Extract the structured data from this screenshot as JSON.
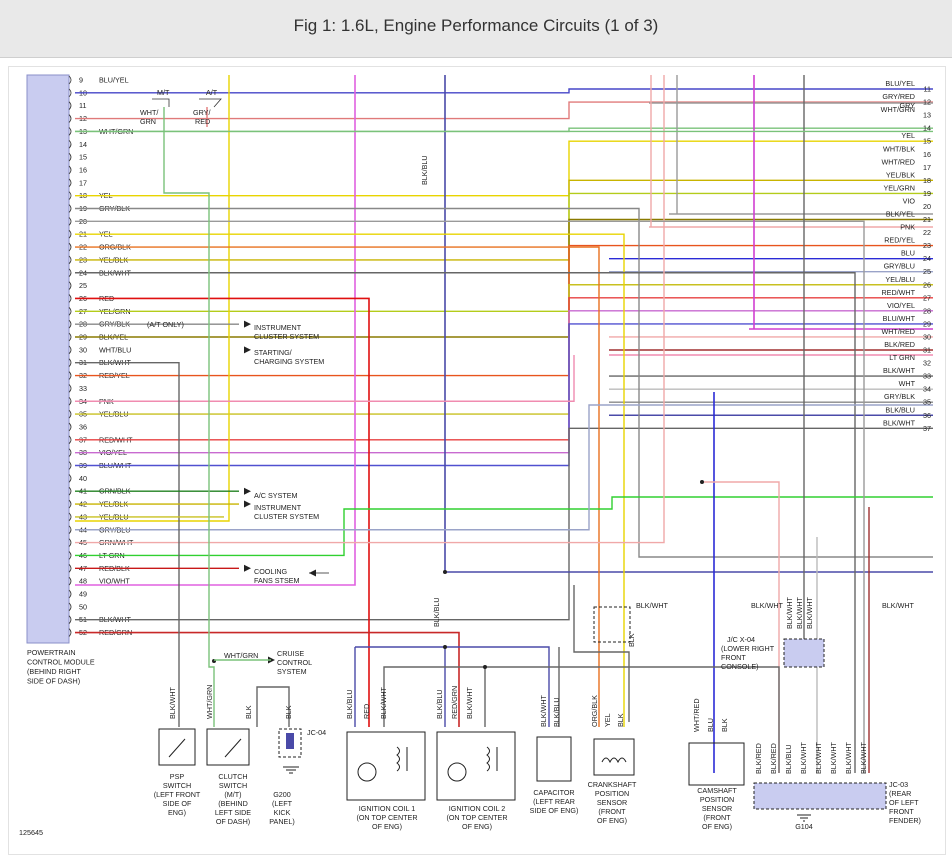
{
  "header": {
    "title": "Fig 1: 1.6L, Engine Performance Circuits (1 of 3)"
  },
  "pcm": {
    "label": [
      "POWERTRAIN",
      "CONTROL MODULE",
      "(BEHIND RIGHT",
      "SIDE OF DASH)"
    ],
    "pins": [
      {
        "n": "9",
        "w": "BLU/YEL"
      },
      {
        "n": "10",
        "w": ""
      },
      {
        "n": "11",
        "w": ""
      },
      {
        "n": "12",
        "w": ""
      },
      {
        "n": "13",
        "w": "WHT/GRN"
      },
      {
        "n": "14",
        "w": ""
      },
      {
        "n": "15",
        "w": ""
      },
      {
        "n": "16",
        "w": ""
      },
      {
        "n": "17",
        "w": ""
      },
      {
        "n": "18",
        "w": "YEL"
      },
      {
        "n": "19",
        "w": "GRY/BLK"
      },
      {
        "n": "20",
        "w": ""
      },
      {
        "n": "21",
        "w": "YEL"
      },
      {
        "n": "22",
        "w": "ORG/BLK"
      },
      {
        "n": "23",
        "w": "YEL/BLK"
      },
      {
        "n": "24",
        "w": "BLK/WHT"
      },
      {
        "n": "25",
        "w": ""
      },
      {
        "n": "26",
        "w": "RED"
      },
      {
        "n": "27",
        "w": "YEL/GRN"
      },
      {
        "n": "28",
        "w": "GRY/BLK"
      },
      {
        "n": "29",
        "w": "BLK/YEL"
      },
      {
        "n": "30",
        "w": "WHT/BLU"
      },
      {
        "n": "31",
        "w": "BLK/WHT"
      },
      {
        "n": "32",
        "w": "RED/YEL"
      },
      {
        "n": "33",
        "w": ""
      },
      {
        "n": "34",
        "w": "PNK"
      },
      {
        "n": "35",
        "w": "YEL/BLU"
      },
      {
        "n": "36",
        "w": ""
      },
      {
        "n": "37",
        "w": "RED/WHT"
      },
      {
        "n": "38",
        "w": "VIO/YEL"
      },
      {
        "n": "39",
        "w": "BLU/WHT"
      },
      {
        "n": "40",
        "w": ""
      },
      {
        "n": "41",
        "w": "GRN/BLK"
      },
      {
        "n": "42",
        "w": "YEL/BLK"
      },
      {
        "n": "43",
        "w": "YEL/BLU"
      },
      {
        "n": "44",
        "w": "GRY/BLU"
      },
      {
        "n": "45",
        "w": "GRN/WHT"
      },
      {
        "n": "46",
        "w": "LT GRN"
      },
      {
        "n": "47",
        "w": "RED/BLK"
      },
      {
        "n": "48",
        "w": "VIO/WHT"
      },
      {
        "n": "49",
        "w": ""
      },
      {
        "n": "50",
        "w": ""
      },
      {
        "n": "51",
        "w": "BLK/WHT"
      },
      {
        "n": "52",
        "w": "RED/GRN"
      }
    ]
  },
  "right_refs": [
    {
      "n": "11",
      "w": "BLU/YEL"
    },
    {
      "n": "12",
      "w": "GRY/RED"
    },
    {
      "n": "13",
      "w": "WHT/GRN"
    },
    {
      "n": "14",
      "w": ""
    },
    {
      "n": "15",
      "w": "YEL"
    },
    {
      "n": "16",
      "w": "WHT/BLK"
    },
    {
      "n": "17",
      "w": "WHT/RED"
    },
    {
      "n": "18",
      "w": "YEL/BLK"
    },
    {
      "n": "19",
      "w": "YEL/GRN"
    },
    {
      "n": "20",
      "w": "VIO"
    },
    {
      "n": "21",
      "w": "BLK/YEL"
    },
    {
      "n": "22",
      "w": "PNK"
    },
    {
      "n": "23",
      "w": "RED/YEL"
    },
    {
      "n": "24",
      "w": "BLU"
    },
    {
      "n": "25",
      "w": "GRY/BLU"
    },
    {
      "n": "26",
      "w": "YEL/BLU"
    },
    {
      "n": "27",
      "w": "RED/WHT"
    },
    {
      "n": "28",
      "w": "VIO/YEL"
    },
    {
      "n": "29",
      "w": "BLU/WHT"
    },
    {
      "n": "30",
      "w": "WHT/RED"
    },
    {
      "n": "31",
      "w": "BLK/RED"
    },
    {
      "n": "32",
      "w": "LT GRN"
    },
    {
      "n": "33",
      "w": "BLK/WHT"
    },
    {
      "n": "34",
      "w": "WHT"
    },
    {
      "n": "35",
      "w": "GRY/BLK"
    },
    {
      "n": "36",
      "w": "BLK/BLU"
    },
    {
      "n": "37",
      "w": "BLK/WHT"
    }
  ],
  "right_extra": {
    "gry": "GRY"
  },
  "notes": {
    "mt": "M/T",
    "at": "A/T",
    "wht_grn": "WHT/",
    "wht_grn2": "GRN",
    "gry_red": "GRY/",
    "gry_red2": "RED",
    "at_only": "(A/T ONLY)",
    "instrument1": [
      "INSTRUMENT",
      "CLUSTER SYSTEM"
    ],
    "starting": [
      "STARTING/",
      "CHARGING SYSTEM"
    ],
    "ac": "A/C SYSTEM",
    "instrument2": [
      "INSTRUMENT",
      "CLUSTER SYSTEM"
    ],
    "cooling": [
      "COOLING",
      "FANS STSEM"
    ],
    "cruise_wire": "WHT/GRN",
    "cruise": [
      "CRUISE",
      "CONTROL",
      "SYSTEM"
    ],
    "blk_blu_top": "BLK/BLU",
    "blk_blu_mid": "BLK/BLU",
    "blk_wht_crank": "BLK/WHT",
    "blk_wht_37": "BLK/WHT",
    "blk_wht_jc": "BLK/WHT",
    "jc_x04": [
      "J/C X-04",
      "(LOWER RIGHT",
      "FRONT",
      "CONSOLE)"
    ],
    "jc03": [
      "JC-03",
      "(REAR",
      "OF LEFT",
      "FRONT",
      "FENDER)"
    ],
    "g104": "G104",
    "g200": [
      "G200",
      "(LEFT",
      "KICK",
      "PANEL)"
    ],
    "jc04": "JC-04",
    "fig_no": "125645"
  },
  "components": {
    "psp": [
      "PSP",
      "SWITCH",
      "(LEFT FRONT",
      "SIDE OF",
      "ENG)"
    ],
    "clutch": [
      "CLUTCH",
      "SWITCH",
      "(M/T)",
      "(BEHIND",
      "LEFT SIDE",
      "OF DASH)"
    ],
    "coil1": [
      "IGNITION COIL 1",
      "(ON TOP CENTER",
      "OF ENG)"
    ],
    "coil2": [
      "IGNITION COIL 2",
      "(ON TOP CENTER",
      "OF ENG)"
    ],
    "cap": [
      "CAPACITOR",
      "(LEFT REAR",
      "SIDE OF ENG)"
    ],
    "crank": [
      "CRANKSHAFT",
      "POSITION",
      "SENSOR",
      "(FRONT",
      "OF ENG)"
    ],
    "cam": [
      "CAMSHAFT",
      "POSITION",
      "SENSOR",
      "(FRONT",
      "OF ENG)"
    ]
  },
  "vertical_labels": {
    "psp": [
      "BLK/WHT"
    ],
    "clutch": [
      "WHT/GRN",
      "BLK"
    ],
    "g200": "BLK",
    "coil1": [
      "BLK/BLU",
      "RED",
      "BLK/WHT"
    ],
    "coil2": [
      "BLK/BLU",
      "RED/GRN",
      "BLK/WHT"
    ],
    "cap": [
      "BLK/WHT",
      "BLK/BLU"
    ],
    "crank": [
      "ORG/BLK",
      "YEL",
      "BLK"
    ],
    "crank_top": "BLK",
    "cam": [
      "WHT/RED",
      "BLU",
      "BLK"
    ],
    "jcx04": [
      "BLK/WHT",
      "BLK/WHT",
      "BLK/WHT"
    ],
    "jc03": [
      "BLK/RED",
      "BLK/RED",
      "BLK/BLU",
      "BLK/WHT",
      "BLK/WHT",
      "BLK/WHT",
      "BLK/WHT",
      "BLK/WHT"
    ]
  },
  "colors": {
    "BLU": "#2b2bd6",
    "BLU/YEL": "#4646c8",
    "GRY": "#9a9a9a",
    "GRY/RED": "#e07a7a",
    "WHT/GRN": "#7ac27a",
    "YEL": "#e8d400",
    "WHT/BLK": "#9a9a9a",
    "WHT/RED": "#f0a8a8",
    "YEL/BLK": "#c8b400",
    "YEL/GRN": "#b4cc1a",
    "VIO": "#d13fd1",
    "BLK/YEL": "#8a7a00",
    "PNK": "#f08cb0",
    "RED/YEL": "#e8541e",
    "GRY/BLU": "#9aa3c8",
    "YEL/BLU": "#c8c020",
    "RED/WHT": "#e84040",
    "VIO/YEL": "#c86ad0",
    "BLU/WHT": "#5050d0",
    "BLK/RED": "#a03030",
    "LT GRN": "#30d030",
    "BLK/WHT": "#666",
    "WHT": "#bbb",
    "GRY/BLK": "#888",
    "BLK/BLU": "#4a4aa8",
    "RED": "#e01010",
    "ORG/BLK": "#e8701e",
    "RED/BLK": "#c81818",
    "VIO/WHT": "#e060e0",
    "RED/GRN": "#c82828",
    "GRN/BLK": "#208020",
    "GRY/BLK2": "#888"
  }
}
